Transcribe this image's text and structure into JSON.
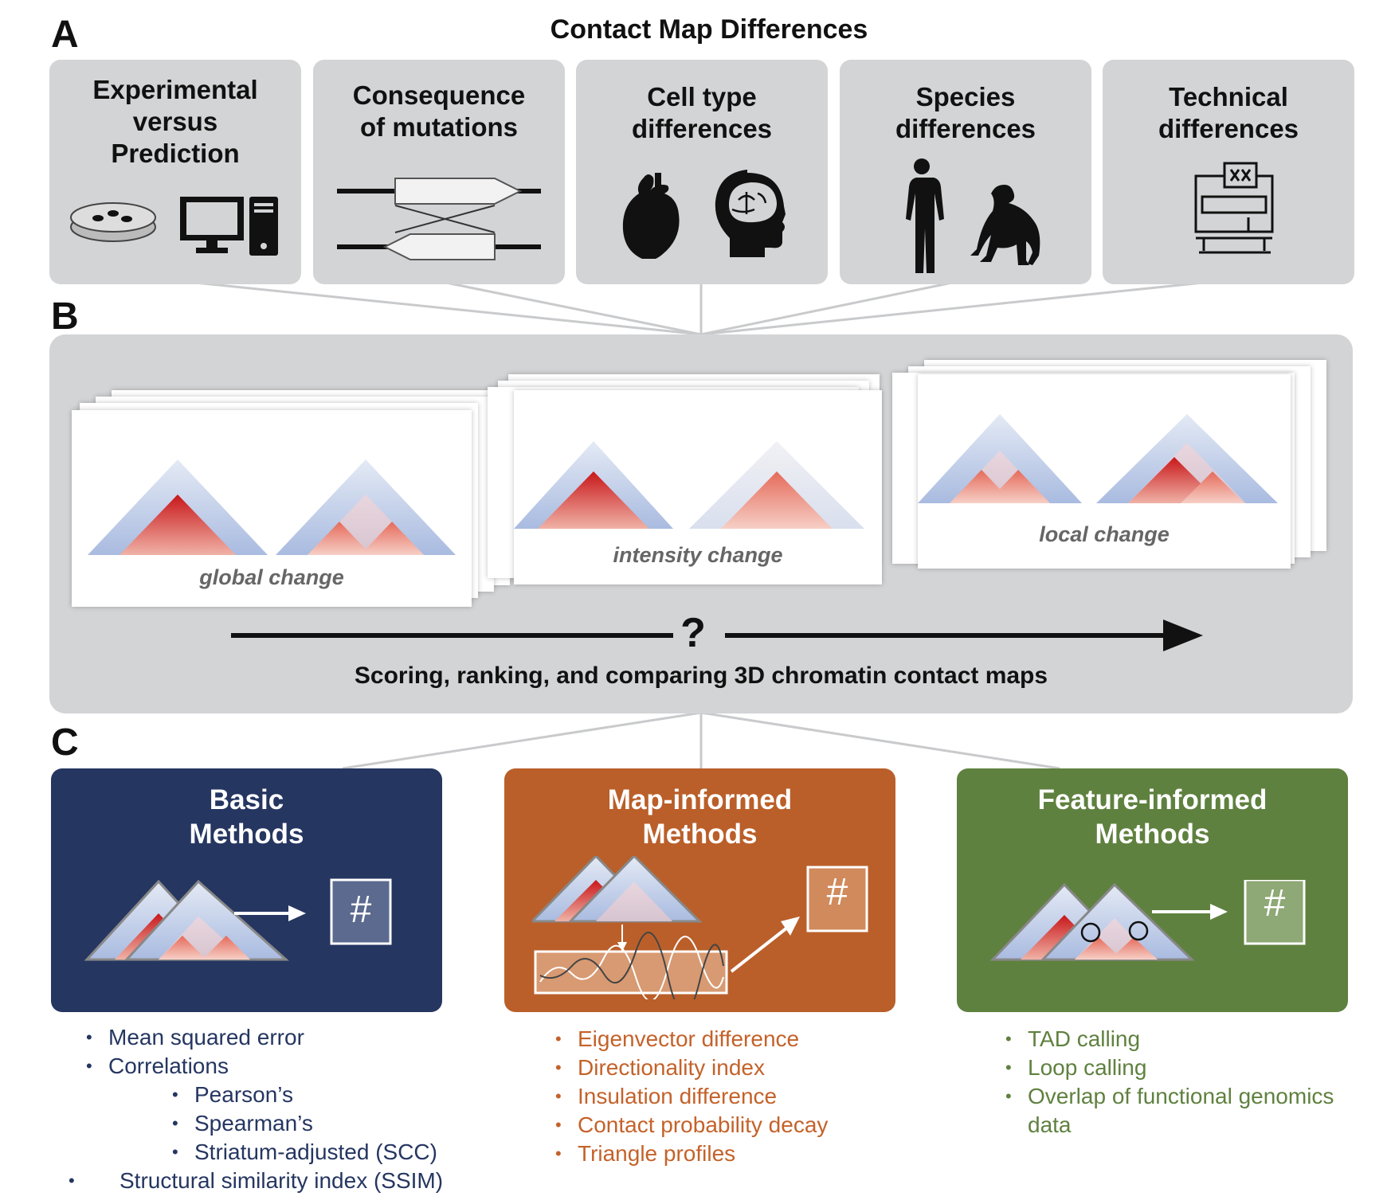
{
  "panelA": {
    "letter": "A",
    "title": "Contact Map Differences",
    "cards": [
      {
        "title": "Experimental versus Prediction",
        "lines": [
          "Experimental",
          "versus",
          "Prediction"
        ],
        "icons": [
          "petri-dish-icon",
          "computer-icon"
        ]
      },
      {
        "title": "Consequence of mutations",
        "lines": [
          "Consequence",
          "of mutations"
        ],
        "icons": [
          "inversion-diagram-icon"
        ]
      },
      {
        "title": "Cell type differences",
        "lines": [
          "Cell type",
          "differences"
        ],
        "icons": [
          "heart-icon",
          "brain-head-icon"
        ]
      },
      {
        "title": "Species differences",
        "lines": [
          "Species",
          "differences"
        ],
        "icons": [
          "human-icon",
          "chimpanzee-icon"
        ]
      },
      {
        "title": "Technical differences",
        "lines": [
          "Technical",
          "differences"
        ],
        "icons": [
          "sequencer-machine-icon"
        ]
      }
    ]
  },
  "panelB": {
    "letter": "B",
    "maps": [
      {
        "caption": "global change"
      },
      {
        "caption": "intensity change"
      },
      {
        "caption": "local change"
      }
    ],
    "question": "?",
    "scoring_label": "Scoring, ranking, and comparing 3D chromatin contact maps"
  },
  "panelC": {
    "letter": "C",
    "methods": [
      {
        "lines": [
          "Basic",
          "Methods"
        ],
        "symbol": "#",
        "color": "#253661",
        "text_color": "#253661",
        "bullets": [
          "Mean squared error",
          "Correlations"
        ],
        "sub_bullets": [
          "Pearson’s",
          "Spearman’s",
          "Striatum-adjusted (SCC)"
        ],
        "last_bullet": "Structural similarity index (SSIM)"
      },
      {
        "lines": [
          "Map-informed",
          "Methods"
        ],
        "symbol": "#",
        "color": "#ba5f2a",
        "text_color": "#c4622a",
        "bullets": [
          "Eigenvector difference",
          "Directionality index",
          "Insulation difference",
          "Contact probability decay",
          "Triangle profiles"
        ]
      },
      {
        "lines": [
          "Feature-informed",
          "Methods"
        ],
        "symbol": "#",
        "color": "#5f813f",
        "text_color": "#5f813f",
        "bullets": [
          "TAD calling",
          "Loop calling",
          "Overlap of functional genomics data"
        ]
      }
    ]
  }
}
